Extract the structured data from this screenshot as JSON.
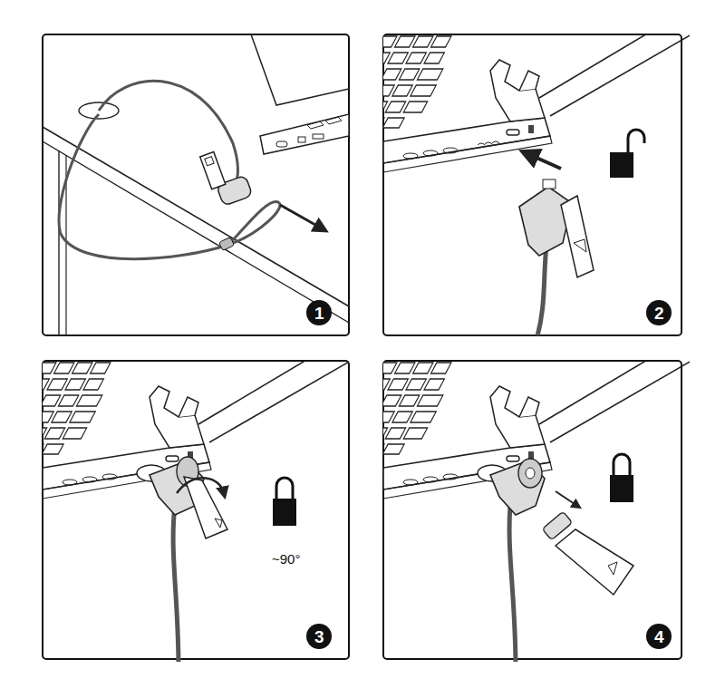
{
  "diagram": {
    "labels": [
      "1",
      "2",
      "~90°",
      "3",
      "4"
    ]
  }
}
